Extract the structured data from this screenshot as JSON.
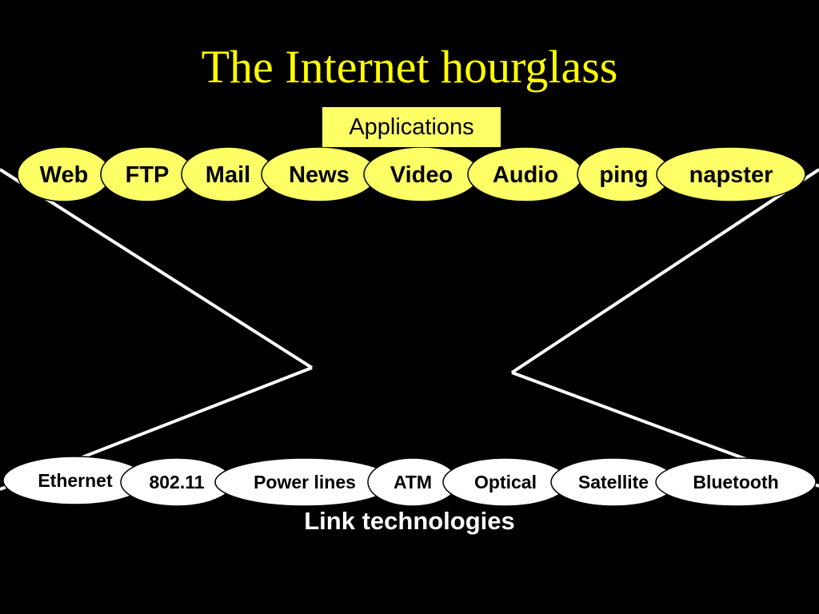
{
  "slide": {
    "title": "The Internet hourglass",
    "applications_label": "Applications",
    "link_label": "Link technologies"
  },
  "applications": [
    "Web",
    "FTP",
    "Mail",
    "News",
    "Video",
    "Audio",
    "ping",
    "napster"
  ],
  "links": [
    "Ethernet",
    "802.11",
    "Power lines",
    "ATM",
    "Optical",
    "Satellite",
    "Bluetooth"
  ],
  "colors": {
    "background": "#000000",
    "title": "#ffff00",
    "app_fill": "#ffff66",
    "link_fill": "#ffffff",
    "lines": "#ffffff"
  }
}
